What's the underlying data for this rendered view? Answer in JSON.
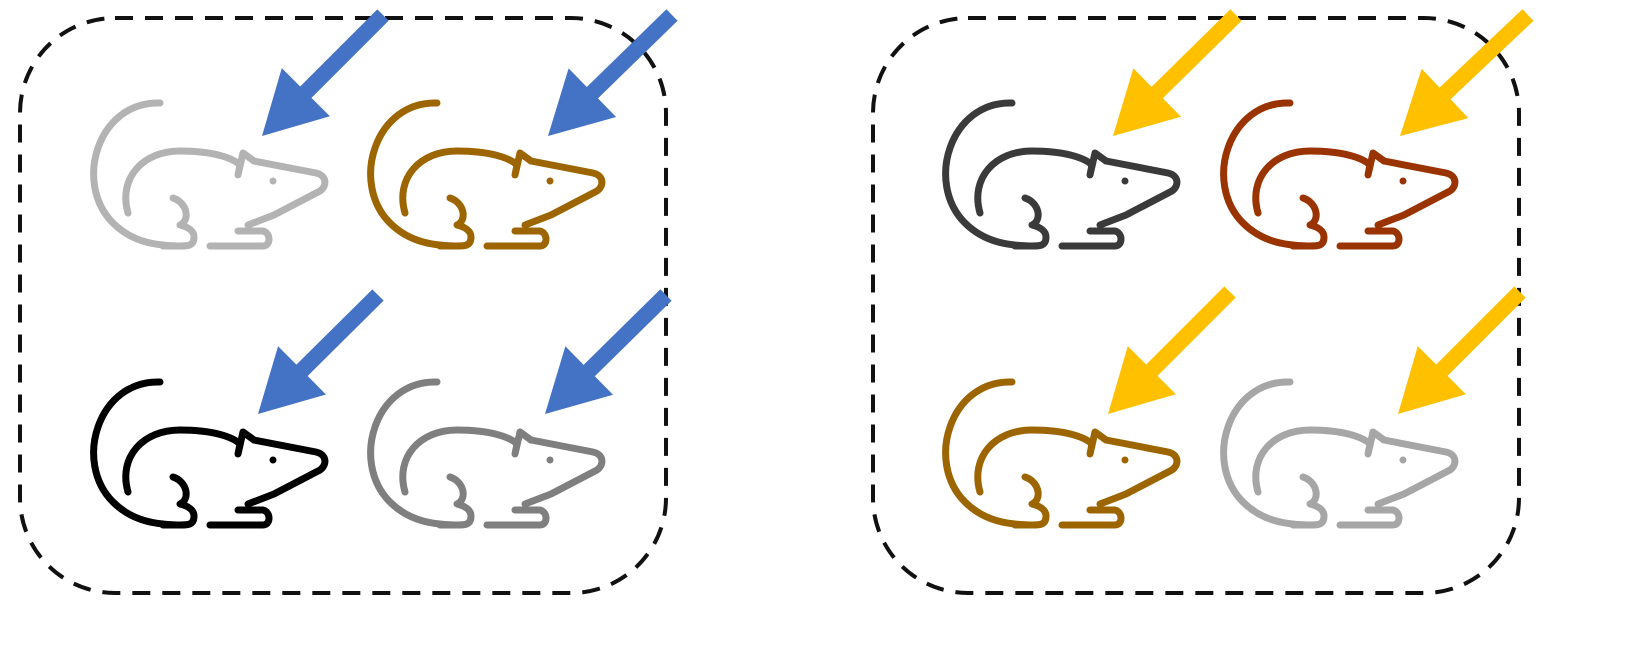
{
  "colors": {
    "frame": "#111111",
    "arrow_left_group": "#4472C4",
    "arrow_right_group": "#FFC000"
  },
  "groups": [
    {
      "name": "left-group",
      "arrow_color": "#4472C4",
      "mice": [
        {
          "name": "light-gray-mouse",
          "color": "#B3B3B3"
        },
        {
          "name": "brown-mouse",
          "color": "#9C6500"
        },
        {
          "name": "black-mouse",
          "color": "#000000"
        },
        {
          "name": "gray-mouse",
          "color": "#7F7F7F"
        }
      ]
    },
    {
      "name": "right-group",
      "arrow_color": "#FFC000",
      "mice": [
        {
          "name": "dark-gray-mouse",
          "color": "#3A3A3A"
        },
        {
          "name": "rust-mouse",
          "color": "#993300"
        },
        {
          "name": "brown-mouse",
          "color": "#9C6500"
        },
        {
          "name": "light-gray-mouse",
          "color": "#A6A6A6"
        }
      ]
    }
  ]
}
